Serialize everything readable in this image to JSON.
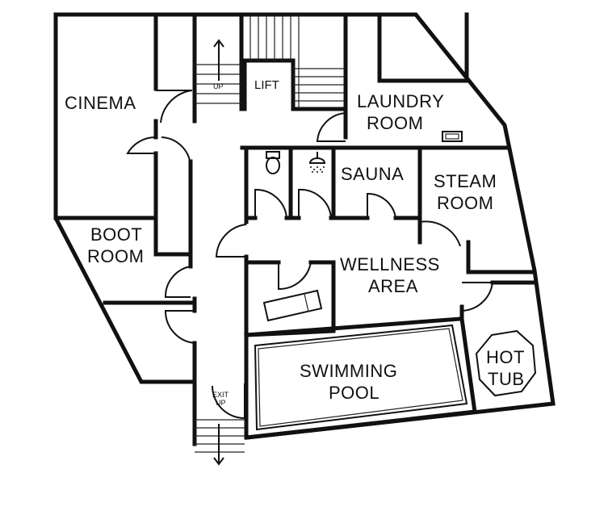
{
  "rooms": {
    "cinema": "CINEMA",
    "lift": "LIFT",
    "laundry_1": "LAUNDRY",
    "laundry_2": "ROOM",
    "sauna": "SAUNA",
    "steam_1": "STEAM",
    "steam_2": "ROOM",
    "boot_1": "BOOT",
    "boot_2": "ROOM",
    "wellness_1": "WELLNESS",
    "wellness_2": "AREA",
    "pool_1": "SWIMMING",
    "pool_2": "POOL",
    "hottub_1": "HOT",
    "hottub_2": "TUB"
  },
  "stairs": {
    "up_label": "UP",
    "exit_1": "EXIT",
    "exit_2": "UP"
  },
  "icons": [
    "toilet-icon",
    "shower-icon",
    "washing-machine-icon",
    "sun-lounger-icon",
    "stair-arrow-up-icon",
    "stair-arrow-down-icon"
  ]
}
